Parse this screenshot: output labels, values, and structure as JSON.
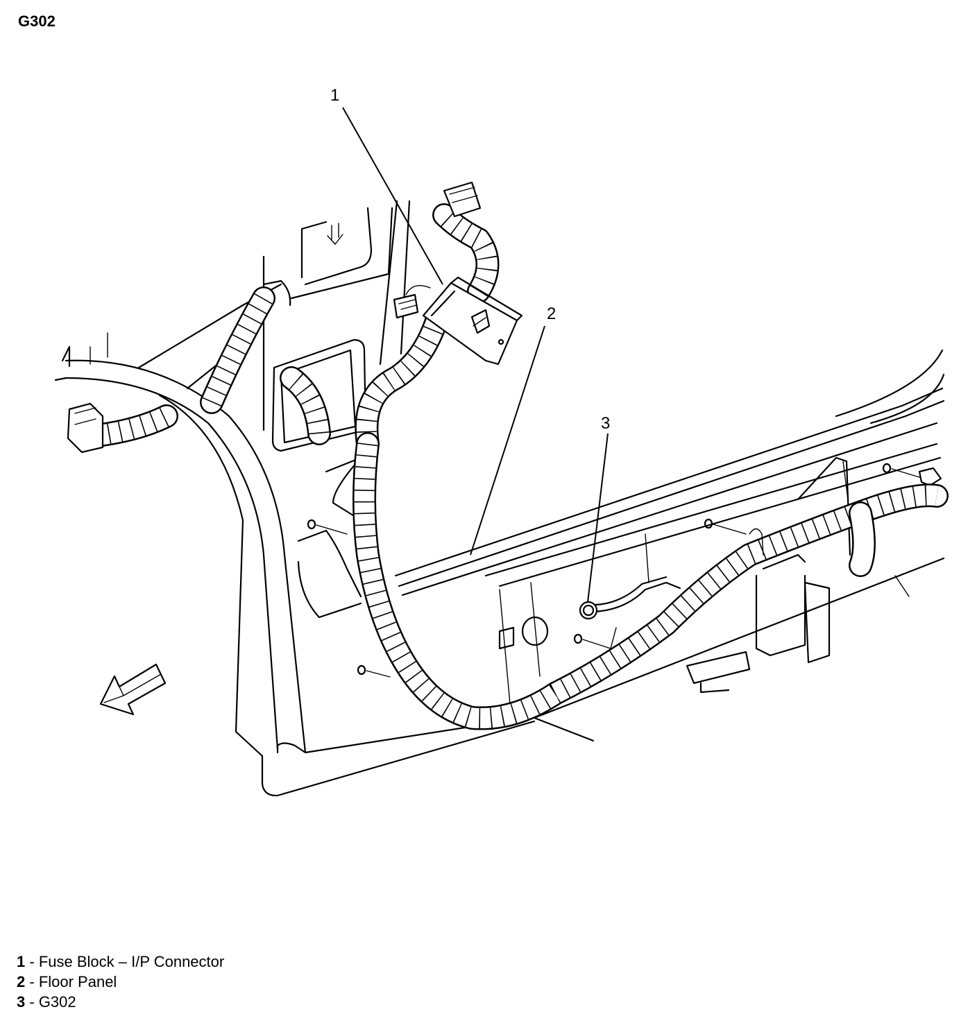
{
  "title": "G302",
  "callouts": [
    "1",
    "2",
    "3"
  ],
  "legend": [
    {
      "num": "1",
      "sep": " - ",
      "text": "Fuse Block – I/P Connector"
    },
    {
      "num": "2",
      "sep": " - ",
      "text": "Floor Panel"
    },
    {
      "num": "3",
      "sep": " - ",
      "text": "G302"
    }
  ],
  "icons": [
    "direction-arrow-icon",
    "ground-terminal-icon",
    "connector-icon"
  ]
}
